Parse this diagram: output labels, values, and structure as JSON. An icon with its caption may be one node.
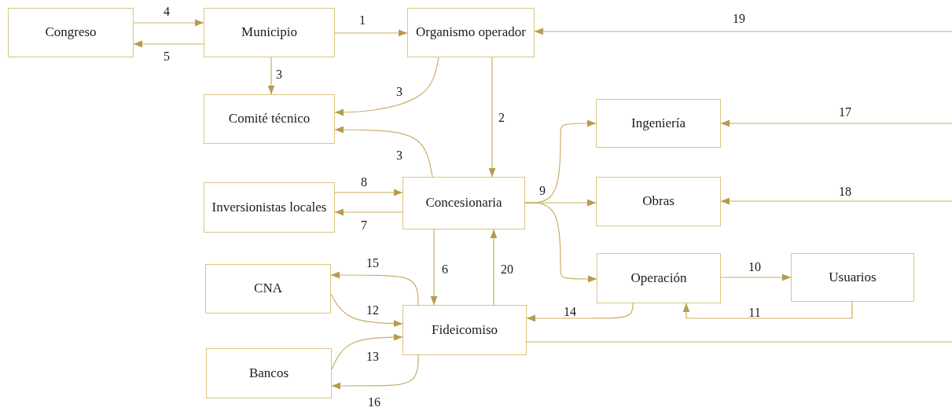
{
  "diagram": {
    "nodes": [
      {
        "text": [
          "Congreso"
        ]
      },
      {
        "text": [
          "Municipio"
        ]
      },
      {
        "text": [
          "Organismo operador"
        ]
      },
      {
        "text": [
          "Comité técnico"
        ]
      },
      {
        "text": [
          "Ingeniería"
        ]
      },
      {
        "text": [
          "Inversionistas locales"
        ]
      },
      {
        "text": [
          "Concesionaria"
        ]
      },
      {
        "text": [
          "Obras"
        ]
      },
      {
        "text": [
          "CNA"
        ]
      },
      {
        "text": [
          "Operación"
        ]
      },
      {
        "text": [
          "Usuarios"
        ]
      },
      {
        "text": [
          "Fideicomiso"
        ]
      },
      {
        "text": [
          "Bancos"
        ]
      }
    ],
    "edges": [
      {
        "from": 0,
        "to": 1,
        "arrow": "to",
        "label": "4"
      },
      {
        "from": 1,
        "to": 0,
        "arrow": "to",
        "label": "5"
      },
      {
        "from": 1,
        "to": 2,
        "arrow": "to",
        "label": "1"
      },
      {
        "from": 1,
        "to": 3,
        "arrow": "to",
        "label": "3"
      },
      {
        "from": 2,
        "to": 3,
        "arrow": "to",
        "label": "3"
      },
      {
        "from": 2,
        "to": 6,
        "arrow": "to",
        "label": "2"
      },
      {
        "from": 6,
        "to": 3,
        "arrow": "to",
        "label": "3"
      },
      {
        "from": 5,
        "to": 6,
        "arrow": "to",
        "label": "8"
      },
      {
        "from": 6,
        "to": 5,
        "arrow": "to",
        "label": "7"
      },
      {
        "from": 6,
        "to": 7,
        "arrow": "to",
        "label": "9"
      },
      {
        "from": 6,
        "to": 4,
        "arrow": "to"
      },
      {
        "from": 6,
        "to": 9,
        "arrow": "to"
      },
      {
        "from": 6,
        "to": 11,
        "arrow": "to",
        "label": "6"
      },
      {
        "from": 11,
        "to": 6,
        "arrow": "to",
        "label": "20"
      },
      {
        "from": 11,
        "to": 8,
        "arrow": "to",
        "label": "15"
      },
      {
        "from": 8,
        "to": 11,
        "arrow": "to",
        "label": "12"
      },
      {
        "from": 12,
        "to": 11,
        "arrow": "to",
        "label": "13"
      },
      {
        "from": 11,
        "to": 12,
        "arrow": "to",
        "label": "16"
      },
      {
        "from": 9,
        "to": 11,
        "arrow": "to",
        "label": "14"
      },
      {
        "from": 9,
        "to": 10,
        "arrow": "to",
        "label": "10"
      },
      {
        "from": 10,
        "to": 9,
        "arrow": "to",
        "label": "11"
      },
      {
        "from": null,
        "to": 4,
        "arrow": "to",
        "label": "17"
      },
      {
        "from": null,
        "to": 7,
        "arrow": "to",
        "label": "18"
      },
      {
        "from": null,
        "to": 2,
        "arrow": "to",
        "label": "19"
      },
      {
        "from": 11,
        "to": null,
        "arrow": "none"
      }
    ]
  }
}
